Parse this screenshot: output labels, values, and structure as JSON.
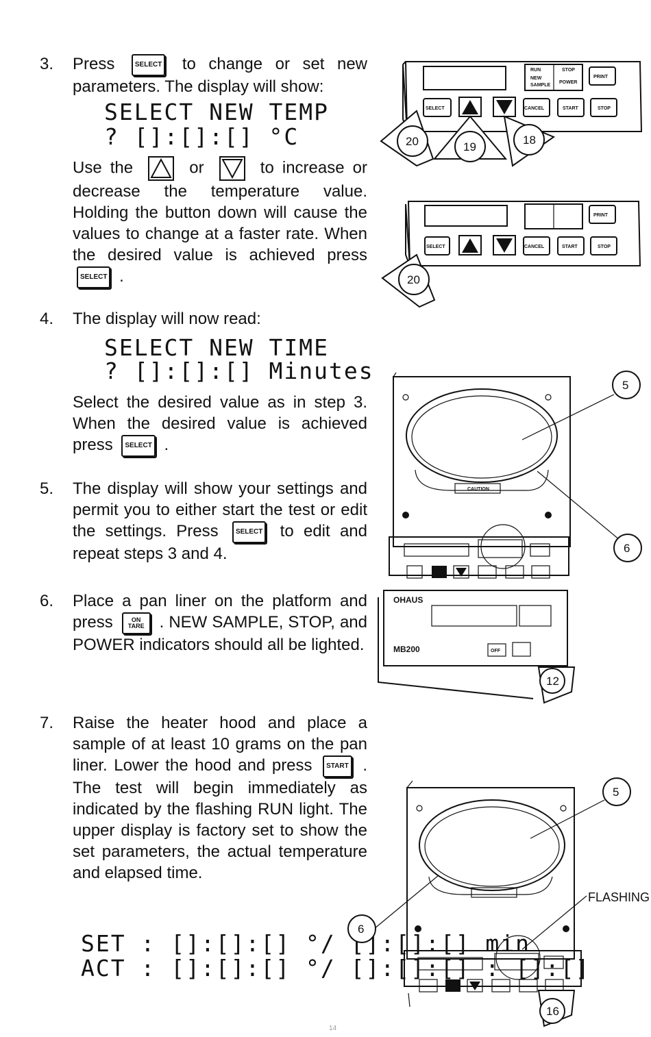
{
  "keys": {
    "select": "SELECT",
    "start": "START",
    "on": "ON",
    "tare": "TARE"
  },
  "step3": {
    "num": "3.",
    "press": "Press",
    "after": "to change or set new parameters. The display will show:",
    "lcd1": "SELECT  NEW  TEMP",
    "lcd2": "?  []:[]:[]  °C",
    "use": "Use the",
    "or": "or",
    "rest": "to increase or decrease the temperature value. Holding the button down will cause the values to change at a faster rate. When the desired value is achieved press",
    "end": "."
  },
  "step4": {
    "num": "4.",
    "text": "The display will now read:",
    "lcd1": "SELECT  NEW  TIME",
    "lcd2": "?  []:[]:[]  Minutes",
    "p": "Select the desired value as in step 3. When the desired value is achieved press",
    "end": "."
  },
  "step5": {
    "num": "5.",
    "text1": "The display will show your settings and permit you to either start the test or edit the settings. Press",
    "text2": "to edit and repeat steps 3 and 4."
  },
  "step6": {
    "num": "6.",
    "text1": "Place a pan liner on the platform and press",
    "text2": ". NEW SAMPLE, STOP, and POWER indicators should all be lighted."
  },
  "step7": {
    "num": "7.",
    "text1": "Raise the heater hood and place a sample of at least 10 grams on the pan liner. Lower the hood and press",
    "text2": ". The test will begin immediately as indicated by the flashing RUN light. The upper display is factory set to show the set parameters, the actual temperature and elapsed time."
  },
  "display": {
    "set": "SET : []:[]:[] °/ []:[]:[]  min",
    "act": "ACT :  []:[]:[] °/ []:[]:[] : []:[]"
  },
  "panel_labels": {
    "run": "RUN",
    "new": "NEW",
    "sample": "SAMPLE",
    "stop": "STOP",
    "power": "POWER",
    "print": "PRINT",
    "select": "SELECT",
    "cancel": "CANCEL",
    "start": "START",
    "stop_btn": "STOP",
    "ohaus": "OHAUS",
    "model": "MB200",
    "caution": "CAUTION",
    "off": "OFF",
    "on_tare": "ON TARE"
  },
  "callouts": {
    "c20": "20",
    "c19": "19",
    "c18": "18",
    "c5": "5",
    "c6": "6",
    "c12": "12",
    "c16": "16",
    "flashing": "FLASHING"
  },
  "page_number": "14"
}
